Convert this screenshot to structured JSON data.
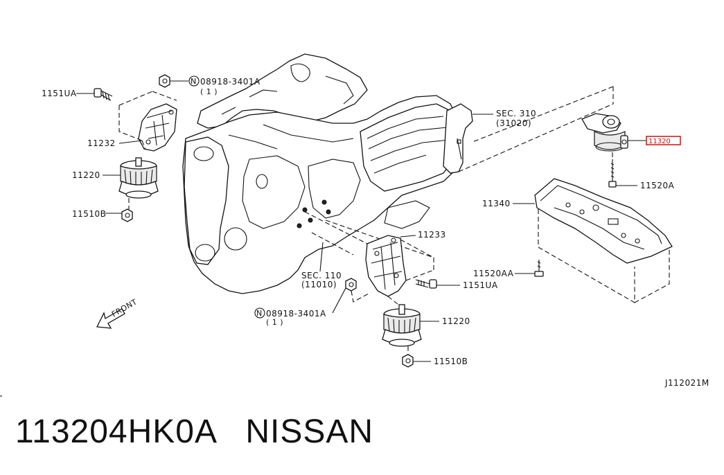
{
  "labels": {
    "bolt_top_left": "1151UA",
    "nut_top": "08918-3401A",
    "nut_top_qty": "( 1 )",
    "bracket_left": "11232",
    "insulator_left": "11220",
    "nut_left": "11510B",
    "sec_310": "SEC. 310",
    "sec_310_sub": "(31020)",
    "rear_mount": "11320",
    "bolt_rear": "11520A",
    "crossmember": "11340",
    "bracket_right": "11233",
    "bolt_cross": "11520AA",
    "bolt_right": "1151UA",
    "sec_110": "SEC. 110",
    "sec_110_sub": "(11010)",
    "nut_bottom": "08918-3401A",
    "nut_bottom_qty": "( 1 )",
    "insulator_right": "11220",
    "nut_right": "11510B",
    "front": "FRONT",
    "n_symbol": "N",
    "diagram_code": "J112021M"
  },
  "highlight_color": "#cc1111",
  "footer": {
    "part_number": "113204HK0A",
    "brand": "NISSAN"
  }
}
